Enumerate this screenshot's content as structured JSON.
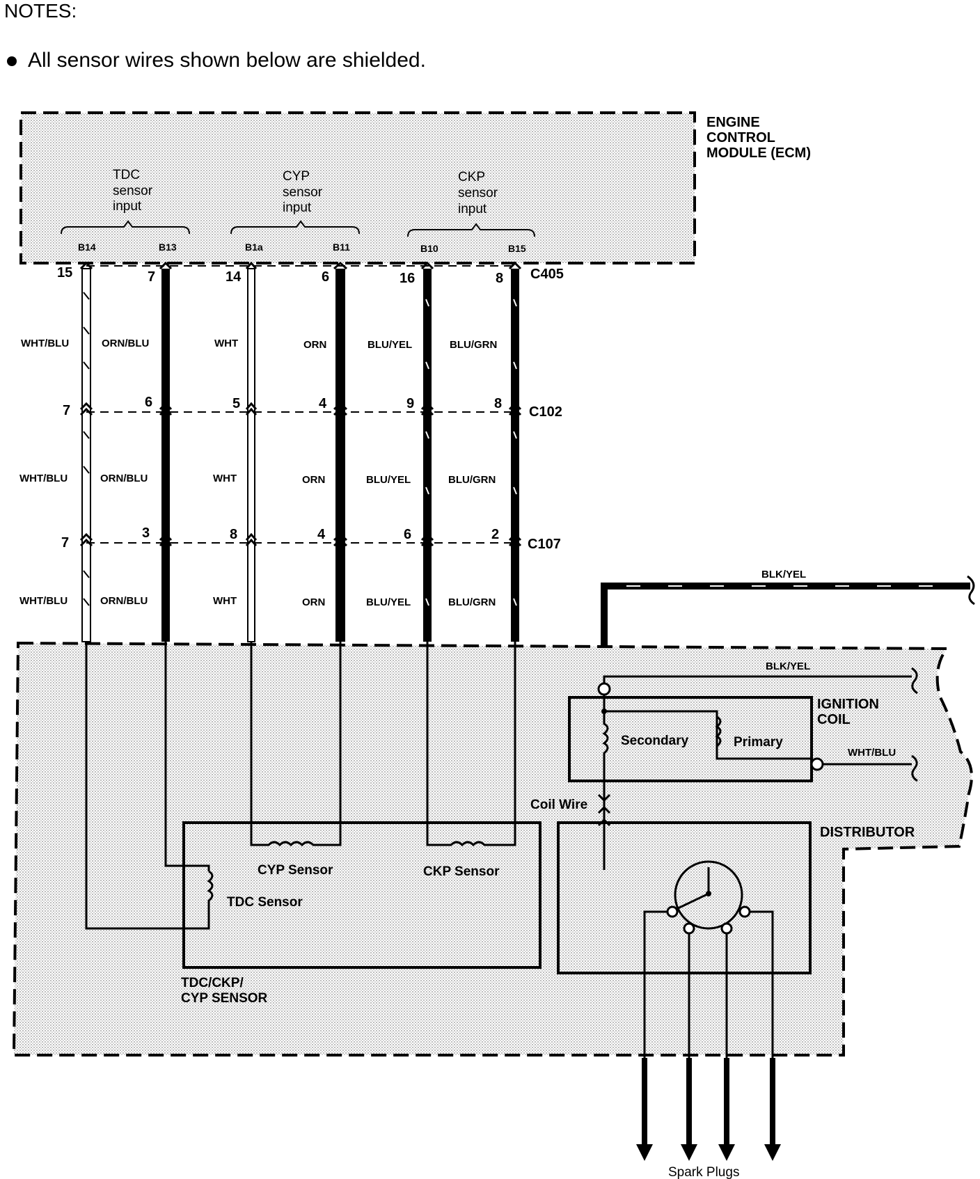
{
  "notes": {
    "title": "NOTES:",
    "line": "All sensor wires shown below are shielded."
  },
  "ecm": {
    "label_lines": [
      "ENGINE",
      "CONTROL",
      "MODULE (ECM)"
    ],
    "groups": [
      {
        "lines": [
          "TDC",
          "sensor",
          "input"
        ]
      },
      {
        "lines": [
          "CYP",
          "sensor",
          "input"
        ]
      },
      {
        "lines": [
          "CKP",
          "sensor",
          "input"
        ]
      }
    ],
    "pins": [
      "B14",
      "B13",
      "B1a",
      "B11",
      "B10",
      "B15"
    ]
  },
  "connectors": [
    {
      "name": "C405",
      "pins": [
        "15",
        "7",
        "14",
        "6",
        "16",
        "8"
      ]
    },
    {
      "name": "C102",
      "pins": [
        "7",
        "6",
        "5",
        "4",
        "9",
        "8"
      ]
    },
    {
      "name": "C107",
      "pins": [
        "7",
        "3",
        "8",
        "4",
        "6",
        "2"
      ]
    }
  ],
  "wire_colors": [
    "WHT/BLU",
    "ORN/BLU",
    "WHT",
    "ORN",
    "BLU/YEL",
    "BLU/GRN"
  ],
  "power": {
    "top_wire": "BLK/YEL",
    "inner_wire": "BLK/YEL",
    "primary_wire": "WHT/BLU"
  },
  "ignition_coil": {
    "label_lines": [
      "IGNITION",
      "COIL"
    ],
    "secondary": "Secondary",
    "primary": "Primary",
    "coil_wire": "Coil Wire"
  },
  "distributor": {
    "label": "DISTRIBUTOR"
  },
  "sensors": {
    "cyp": "CYP Sensor",
    "ckp": "CKP Sensor",
    "tdc": "TDC Sensor",
    "assembly_lines": [
      "TDC/CKP/",
      "CYP SENSOR"
    ]
  },
  "spark_plugs": "Spark Plugs"
}
